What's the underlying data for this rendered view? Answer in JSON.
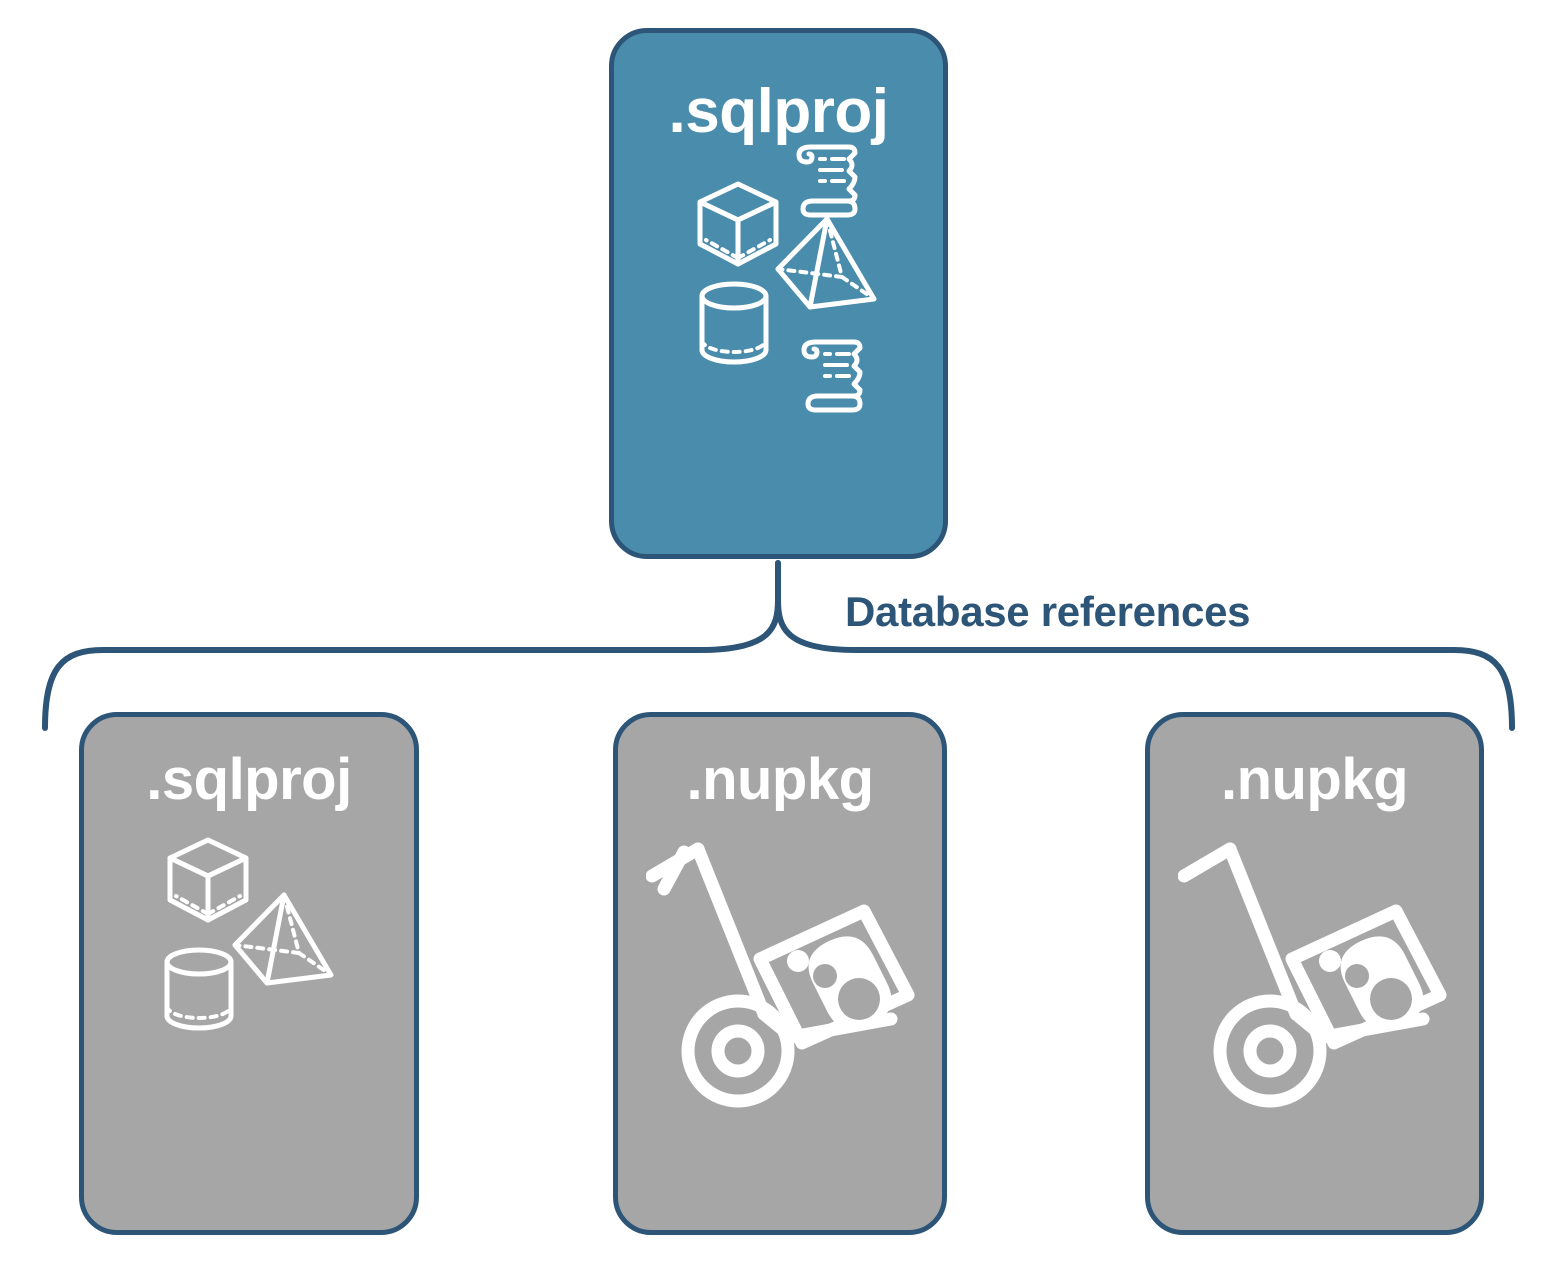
{
  "diagram": {
    "title_text": "Database references",
    "colors": {
      "primary_fill": "#4a8cab",
      "secondary_fill": "#a6a6a6",
      "stroke": "#2d5577",
      "icon": "#ffffff",
      "label_text": "#2d5577",
      "background": "#ffffff"
    },
    "root": {
      "label": ".sqlproj",
      "fill": "primary",
      "icons": [
        "cube-icon",
        "scroll-icon",
        "pyramid-icon",
        "cylinder-icon",
        "scroll-icon"
      ]
    },
    "connector": {
      "type": "curly-brace",
      "label": "Database references",
      "branches": 3
    },
    "references": [
      {
        "label": ".sqlproj",
        "fill": "secondary",
        "icons": [
          "cube-icon",
          "pyramid-icon",
          "cylinder-icon"
        ]
      },
      {
        "label": ".nupkg",
        "fill": "secondary",
        "icons": [
          "package-hand-truck-icon"
        ]
      },
      {
        "label": ".nupkg",
        "fill": "secondary",
        "icons": [
          "package-hand-truck-icon"
        ]
      }
    ]
  }
}
